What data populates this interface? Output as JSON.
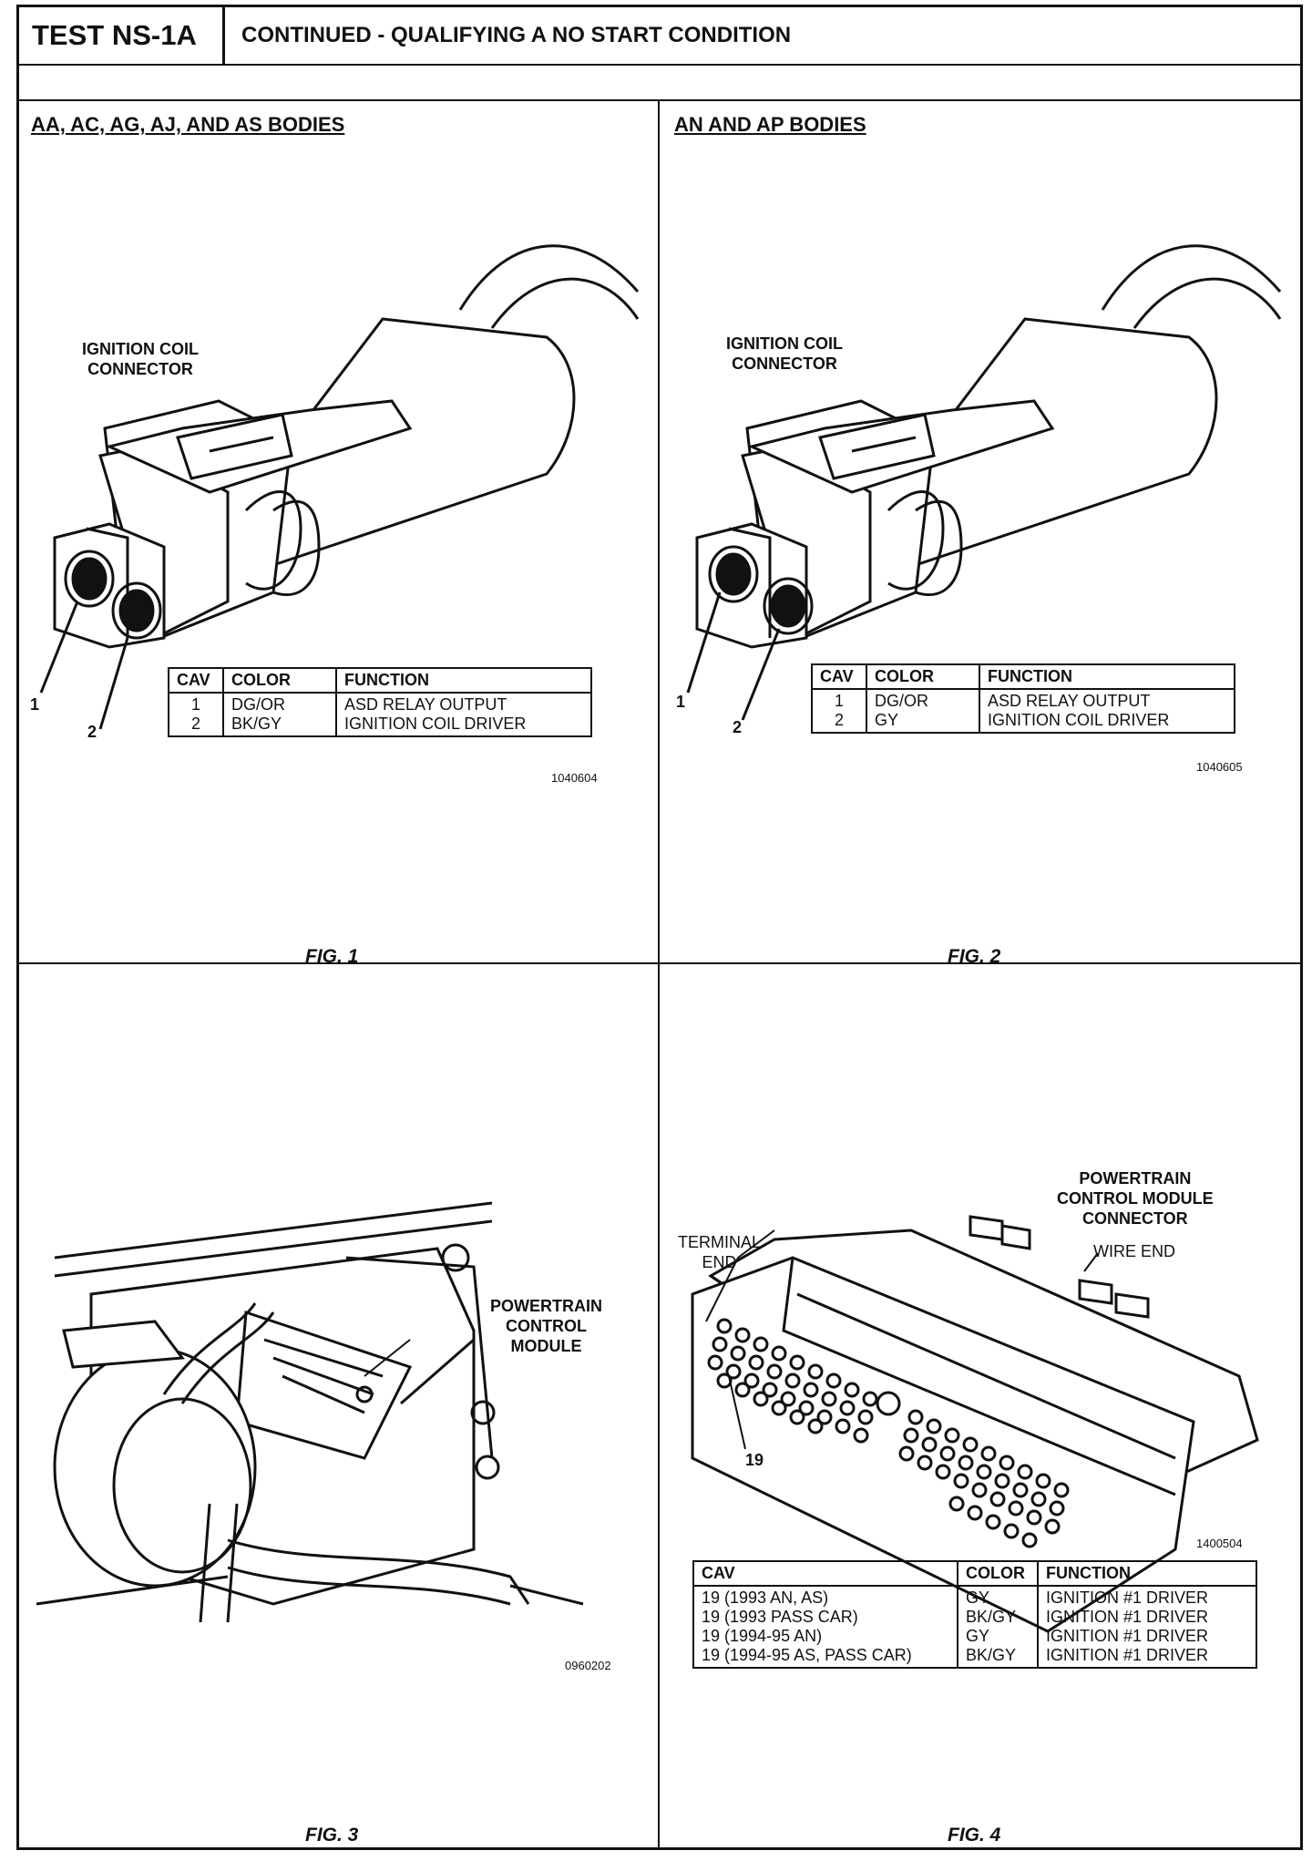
{
  "header": {
    "test_id": "TEST NS-1A",
    "title": "CONTINUED - QUALIFYING A NO START CONDITION"
  },
  "panel1": {
    "title": "AA, AC, AG, AJ, AND AS BODIES",
    "callout": "IGNITION COIL\nCONNECTOR",
    "pin1": "1",
    "pin2": "2",
    "table": {
      "headers": [
        "CAV",
        "COLOR",
        "FUNCTION"
      ],
      "cav": "1\n2",
      "color": "DG/OR\nBK/GY",
      "function": "ASD RELAY OUTPUT\nIGNITION COIL DRIVER"
    },
    "fig_number": "1040604",
    "caption": "FIG. 1"
  },
  "panel2": {
    "title": "AN AND AP BODIES",
    "callout": "IGNITION COIL\nCONNECTOR",
    "pin1": "1",
    "pin2": "2",
    "table": {
      "headers": [
        "CAV",
        "COLOR",
        "FUNCTION"
      ],
      "cav": "1\n2",
      "color": "DG/OR\nGY",
      "function": "ASD RELAY OUTPUT\nIGNITION COIL DRIVER"
    },
    "fig_number": "1040605",
    "caption": "FIG. 2"
  },
  "panel3": {
    "callout": "POWERTRAIN\nCONTROL\nMODULE",
    "fig_number": "0960202",
    "caption": "FIG. 3"
  },
  "panel4": {
    "callout_pcm": "POWERTRAIN\nCONTROL MODULE\nCONNECTOR",
    "callout_terminal": "TERMINAL\nEND",
    "callout_wire": "WIRE  END",
    "pin": "19",
    "fig_number": "1400504",
    "table": {
      "headers": [
        "CAV",
        "COLOR",
        "FUNCTION"
      ],
      "cav": "19 (1993 AN, AS)\n19 (1993 PASS CAR)\n19 (1994-95 AN)\n19 (1994-95 AS, PASS CAR)",
      "color": "GY\nBK/GY\nGY\nBK/GY",
      "function": "IGNITION #1 DRIVER\nIGNITION #1 DRIVER\nIGNITION #1 DRIVER\nIGNITION #1 DRIVER"
    },
    "caption": "FIG. 4"
  }
}
